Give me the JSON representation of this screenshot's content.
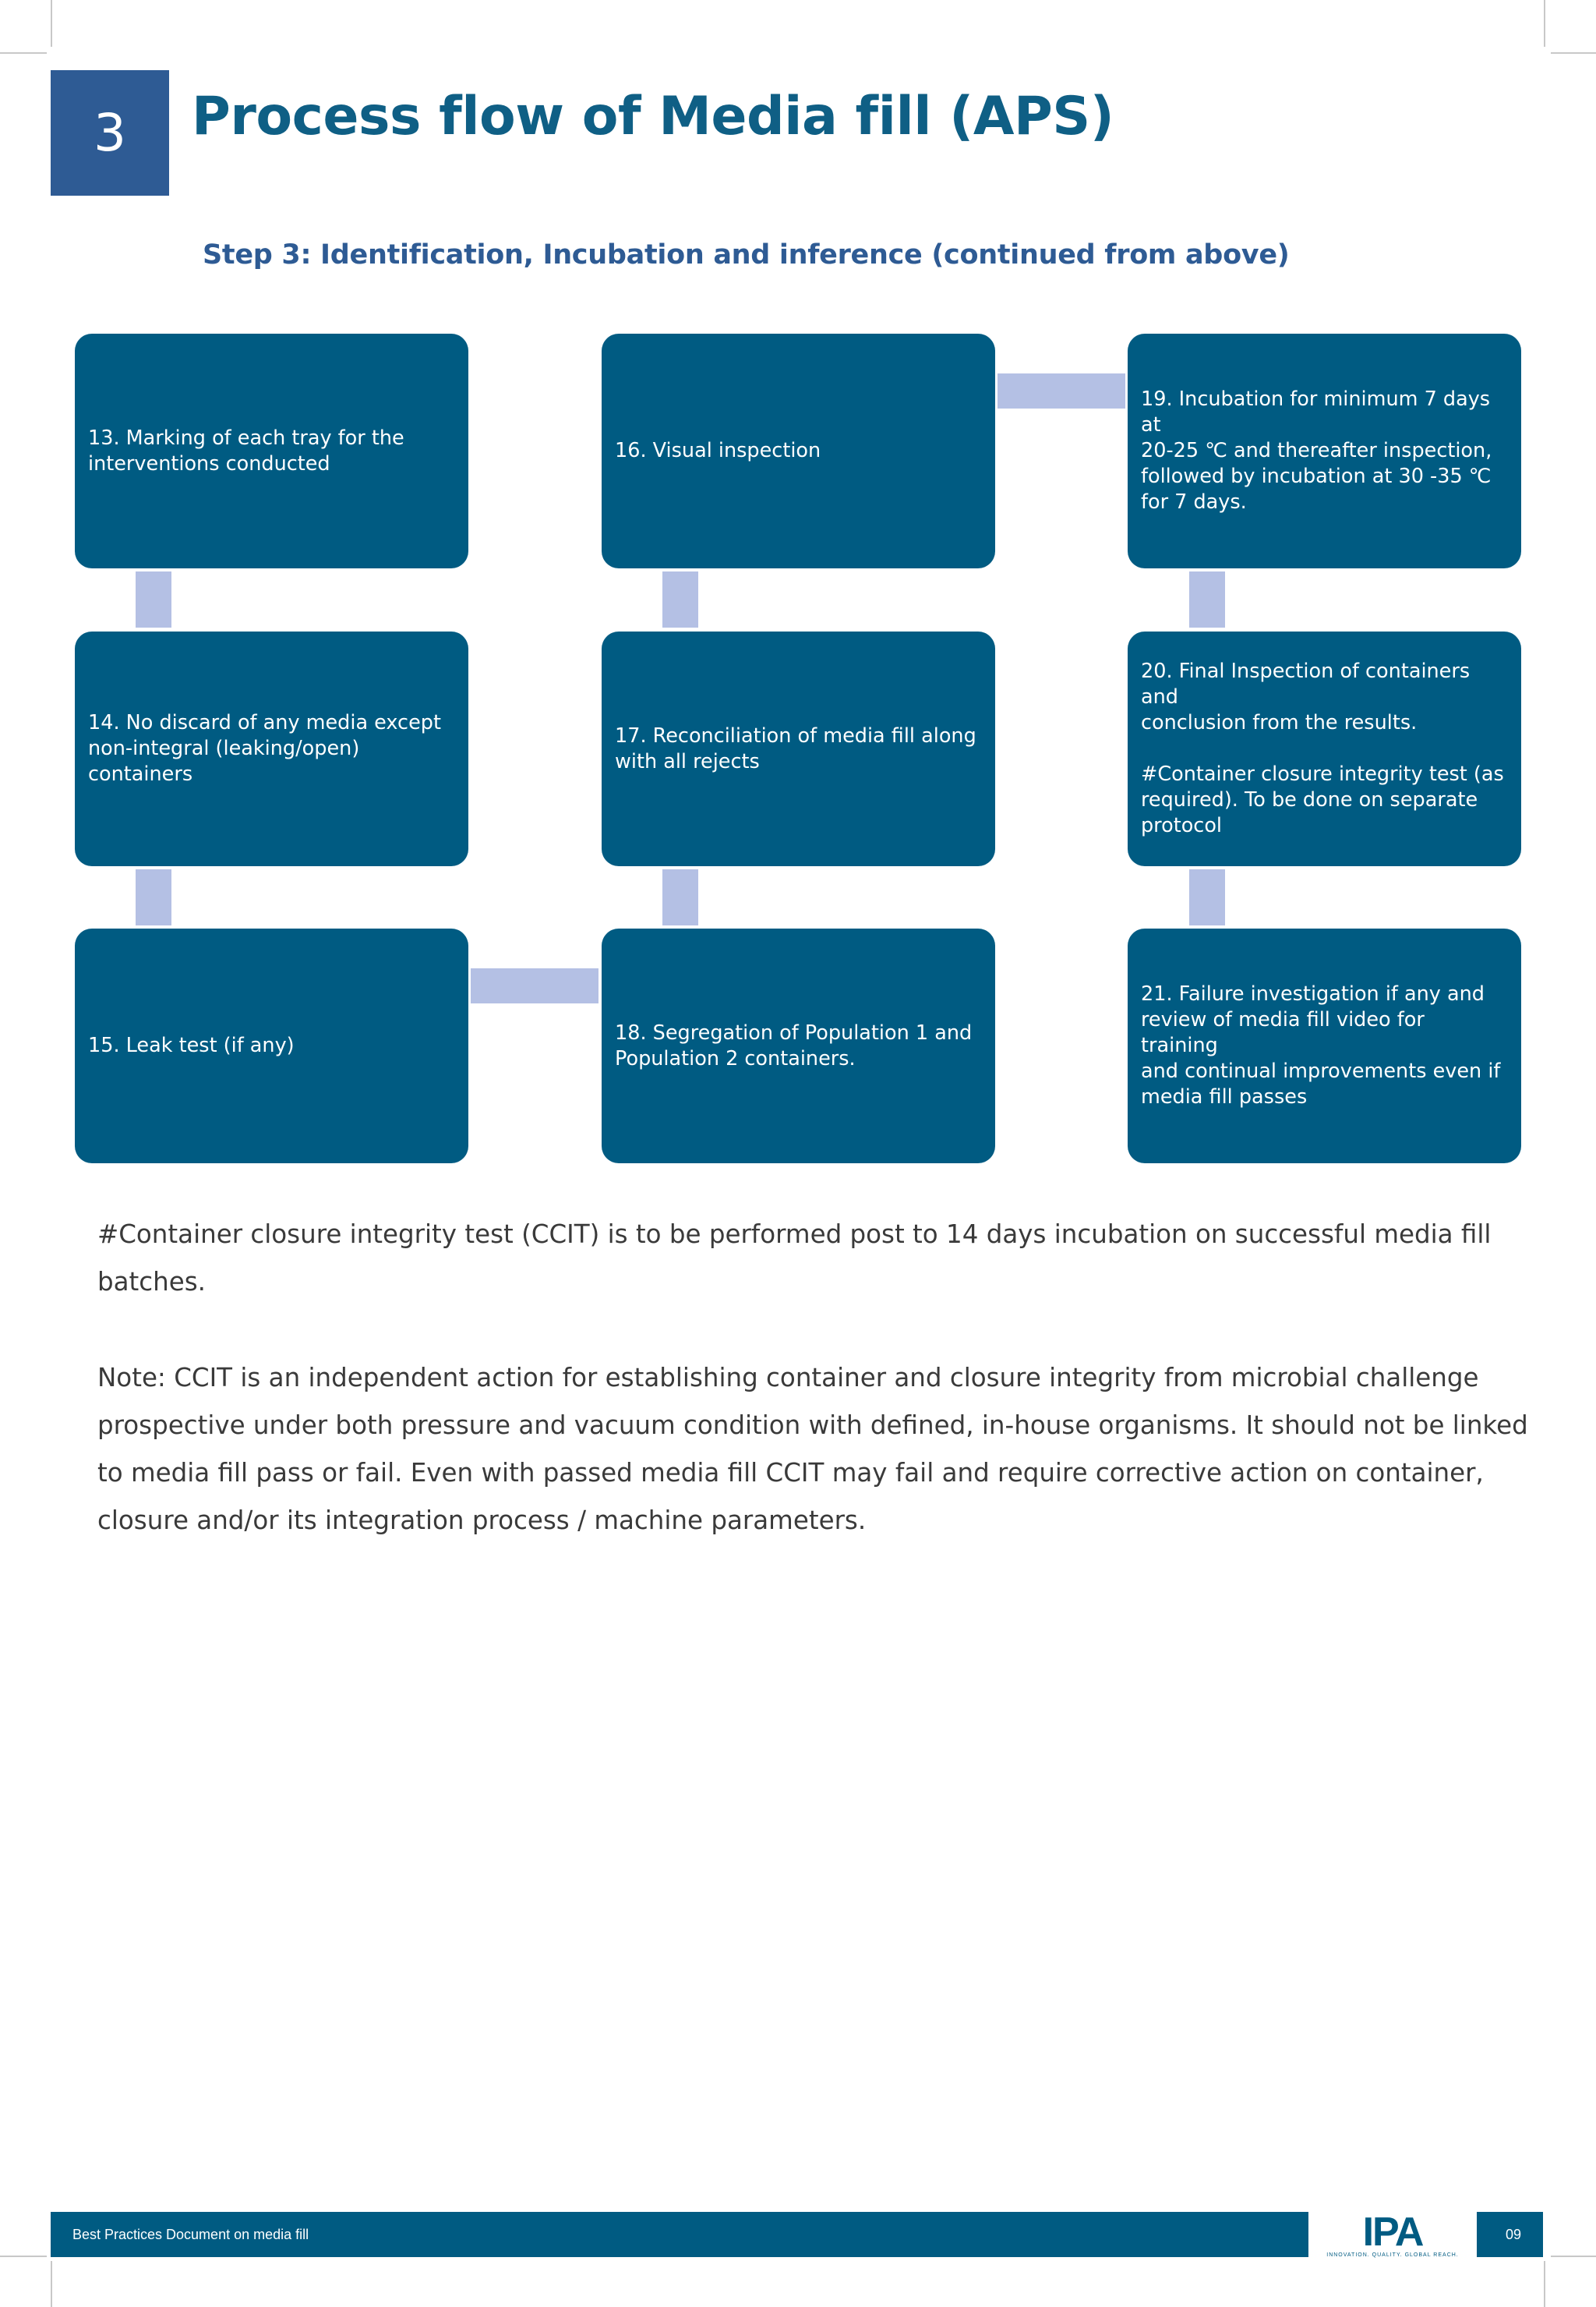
{
  "header": {
    "section_number": "3",
    "title": "Process flow of Media fill (APS)"
  },
  "step_title": "Step 3: Identification, Incubation and inference (continued from above)",
  "flow_steps": [
    {
      "id": 13,
      "text": "13. Marking of each tray for the\ninterventions conducted"
    },
    {
      "id": 14,
      "text": "14. No discard of any media except\nnon-integral (leaking/open)\ncontainers"
    },
    {
      "id": 15,
      "text": "15. Leak test (if any)"
    },
    {
      "id": 16,
      "text": "16. Visual inspection"
    },
    {
      "id": 17,
      "text": "17. Reconciliation of media fill along\nwith all rejects"
    },
    {
      "id": 18,
      "text": "18. Segregation of Population 1 and\nPopulation 2 containers."
    },
    {
      "id": 19,
      "text": "19. Incubation for minimum 7 days at\n20-25 ℃ and thereafter inspection,\nfollowed by incubation at 30 -35 ℃\nfor 7 days."
    },
    {
      "id": 20,
      "text": "20. Final Inspection of containers and\nconclusion from the results.\n\n#Container closure integrity test (as\nrequired). To be done on separate\nprotocol"
    },
    {
      "id": 21,
      "text": "21. Failure investigation if any and\nreview of media fill video for training\nand continual improvements even if\nmedia fill passes"
    }
  ],
  "notes": {
    "ccit_note": "#Container closure integrity test (CCIT) is to be performed post to 14 days incubation on successful media fill batches.",
    "general_note": "Note: CCIT is an independent action for establishing container and closure integrity from microbial challenge prospective under both pressure and vacuum condition with defined, in-house organisms. It should not be linked to media fill pass or fail. Even with passed media fill CCIT may fail and require corrective action on container, closure and/or its integration process / machine parameters."
  },
  "footer": {
    "document_title": "Best Practices Document on media fill",
    "logo_text": "IPA",
    "logo_tagline": "INNOVATION. QUALITY. GLOBAL REACH.",
    "page_number": "09"
  }
}
